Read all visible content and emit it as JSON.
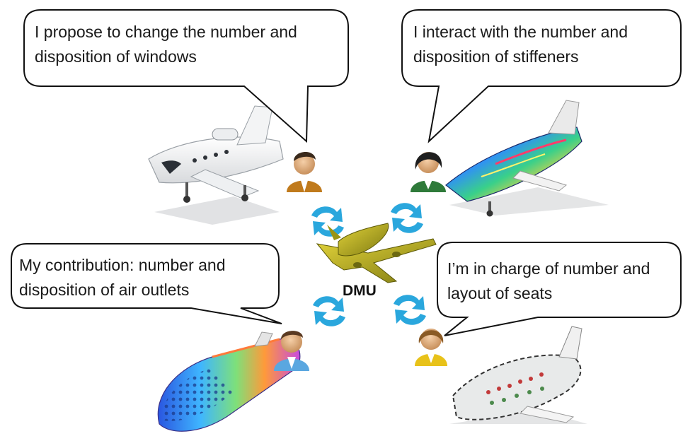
{
  "hub": {
    "label": "DMU"
  },
  "bubbles": [
    {
      "id": "windows",
      "lines": [
        "I propose to change the number and",
        "disposition of windows"
      ]
    },
    {
      "id": "stiffeners",
      "lines": [
        "I interact with the number and",
        "disposition of stiffeners"
      ]
    },
    {
      "id": "outlets",
      "lines": [
        "My contribution: number and",
        "disposition of air outlets"
      ]
    },
    {
      "id": "seats",
      "lines": [
        "I’m in charge of number and",
        "layout of seats"
      ]
    }
  ],
  "colors": {
    "bubble_border": "#111111",
    "sync_arrow": "#2aa7dd",
    "hub_plane": "#b8b41c"
  },
  "icons": [
    "sync-arrows-icon",
    "person-icon",
    "aircraft-render-icon"
  ]
}
